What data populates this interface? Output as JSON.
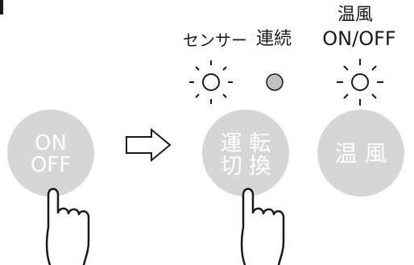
{
  "labels": {
    "sensor": "センサー",
    "continuous": "連続",
    "warm_air_line1": "温風",
    "warm_air_line2": "ON/OFF"
  },
  "buttons": {
    "onoff_line1": "ON",
    "onoff_line2": "OFF",
    "mode_line1": "運 転",
    "mode_line2": "切 換",
    "warm": "温 風"
  },
  "colors": {
    "button_fill": "#d6d6d6",
    "button_text": "#ffffff",
    "line": "#1a1a1a",
    "indicator_off": "#c0c0c0"
  }
}
